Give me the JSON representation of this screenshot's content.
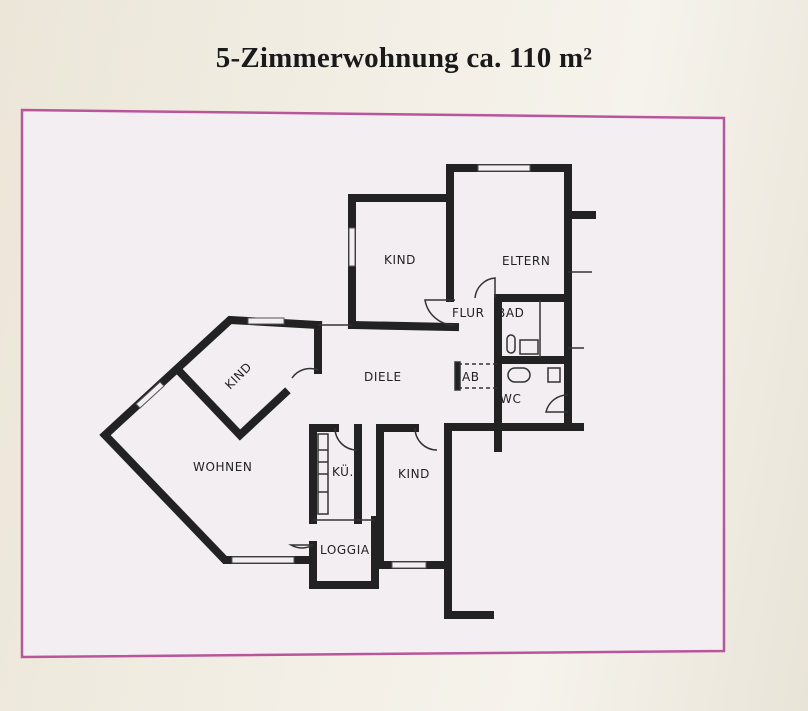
{
  "title": "5-Zimmerwohnung ca. 110 m²",
  "colors": {
    "frame": "#b9559a",
    "panel": "#f2eef1",
    "walls": "#222222"
  },
  "rooms": {
    "kind_top": "KIND",
    "eltern": "ELTERN",
    "flur": "FLUR",
    "bad": "BAD",
    "diele": "DIELE",
    "ab": "AB",
    "wc": "WC",
    "kind_left": "KIND",
    "wohnen": "WOHNEN",
    "kueche": "KÜ.",
    "kind_bottom": "KIND",
    "loggia": "LOGGIA"
  }
}
